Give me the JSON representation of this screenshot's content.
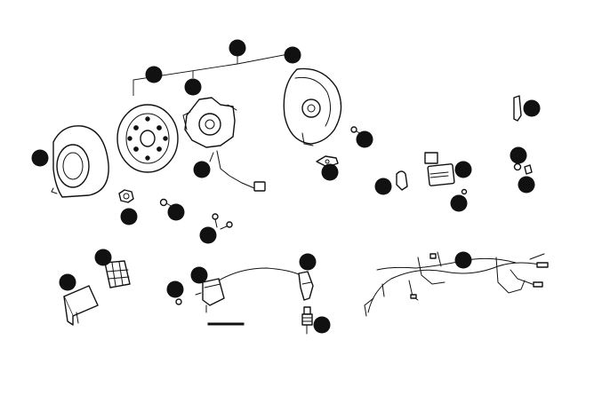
{
  "diagram": {
    "callout_color": "#111111",
    "line_color": "#111111",
    "background": "#ffffff",
    "parts": [
      "cover",
      "flywheel",
      "stator",
      "stator-plate",
      "nut",
      "bolt",
      "screws",
      "bracket",
      "grommet",
      "clamp",
      "relay",
      "small-screw",
      "bulb",
      "washers",
      "rectifier",
      "cdi-unit",
      "ignition-coil",
      "spark-plug-cap",
      "spark-plug",
      "wiring-harness"
    ]
  }
}
